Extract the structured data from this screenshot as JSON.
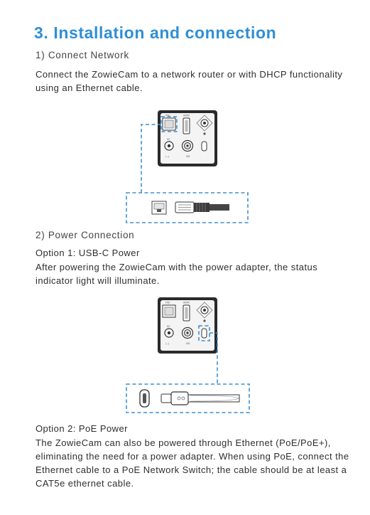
{
  "section": {
    "title": "3. Installation and connection"
  },
  "network": {
    "heading": "1) Connect Network",
    "text": "Connect the ZowieCam to a network router or with DHCP functionality using an Ethernet cable."
  },
  "power": {
    "heading": "2) Power Connection",
    "option1_title": "Option 1: USB-C Power",
    "option1_text": "After powering the ZowieCam with the power adapter, the status indicator light will illuminate.",
    "option2_title": "Option 2: PoE Power",
    "option2_text": "The ZowieCam can also be powered through Ethernet (PoE/PoE+), eliminating the need for a power adapter. When using PoE, connect the Ethernet cable to a PoE Network Switch; the cable should be at least a CAT5e ethernet cable."
  },
  "camera_panel": {
    "poe_label": "POE",
    "hdmi_label": "HDMI",
    "sdi_label": "SDI",
    "dc_label": "DC"
  },
  "colors": {
    "accent": "#2f8fd6",
    "dashed_box": "#3f8fd2",
    "panel": "#2a2a2a"
  }
}
